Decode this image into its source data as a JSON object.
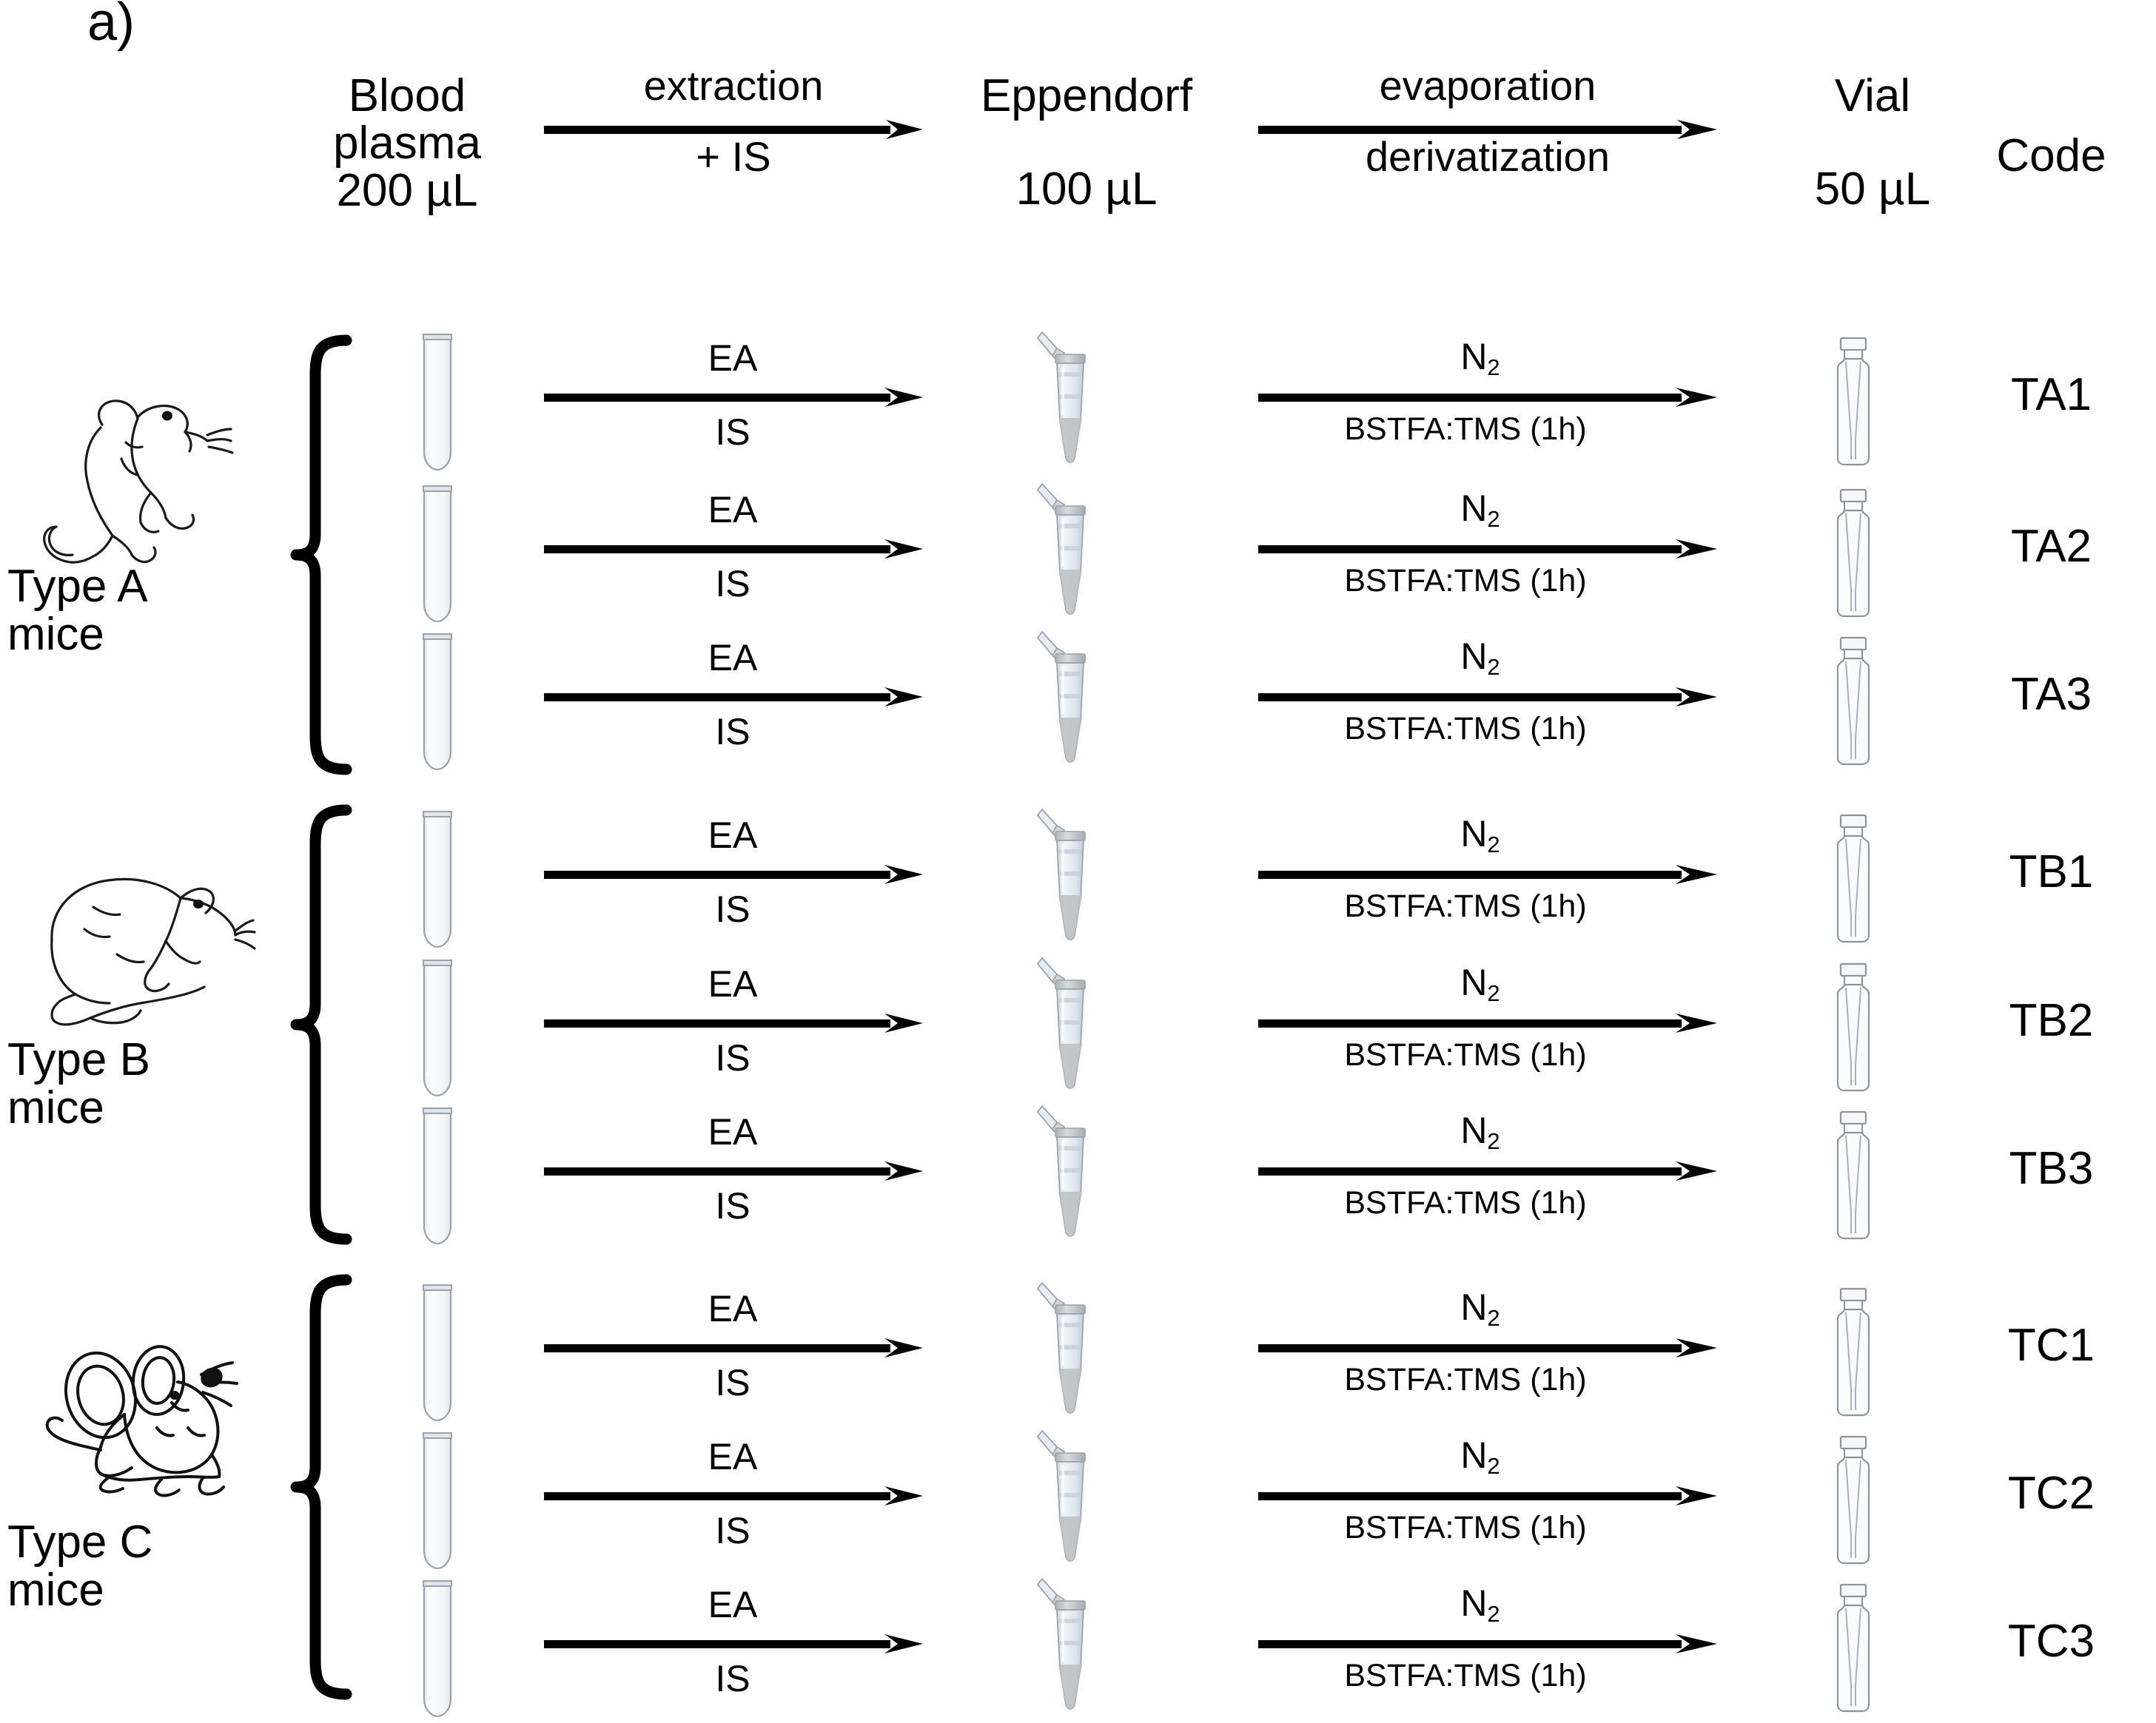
{
  "panel": {
    "letter": "a)"
  },
  "header": {
    "plasma_title": "Blood\nplasma",
    "plasma_line1": "Blood",
    "plasma_line2": "plasma",
    "plasma_volume": "200 µL",
    "step1_top": "extraction",
    "step1_bottom": "+ IS",
    "eppendorf_title": "Eppendorf",
    "eppendorf_volume": "100 µL",
    "step2_top": "evaporation",
    "step2_bottom": "derivatization",
    "vial_title": "Vial",
    "vial_volume": "50 µL",
    "code_title": "Code"
  },
  "groups": [
    {
      "id": "A",
      "label_line1": "Type A",
      "label_line2": "mice",
      "icon": "mouse-standing-icon",
      "rows": [
        {
          "extraction_top": "EA",
          "extraction_bottom": "IS",
          "deriv_top": "N2",
          "deriv_bottom": "BSTFA:TMS (1h)",
          "code": "TA1"
        },
        {
          "extraction_top": "EA",
          "extraction_bottom": "IS",
          "deriv_top": "N2",
          "deriv_bottom": "BSTFA:TMS (1h)",
          "code": "TA2"
        },
        {
          "extraction_top": "EA",
          "extraction_bottom": "IS",
          "deriv_top": "N2",
          "deriv_bottom": "BSTFA:TMS (1h)",
          "code": "TA3"
        }
      ]
    },
    {
      "id": "B",
      "label_line1": "Type B",
      "label_line2": "mice",
      "icon": "mouse-crouching-icon",
      "rows": [
        {
          "extraction_top": "EA",
          "extraction_bottom": "IS",
          "deriv_top": "N2",
          "deriv_bottom": "BSTFA:TMS (1h)",
          "code": "TB1"
        },
        {
          "extraction_top": "EA",
          "extraction_bottom": "IS",
          "deriv_top": "N2",
          "deriv_bottom": "BSTFA:TMS (1h)",
          "code": "TB2"
        },
        {
          "extraction_top": "EA",
          "extraction_bottom": "IS",
          "deriv_top": "N2",
          "deriv_bottom": "BSTFA:TMS (1h)",
          "code": "TB3"
        }
      ]
    },
    {
      "id": "C",
      "label_line1": "Type C",
      "label_line2": "mice",
      "icon": "mouse-cartoon-icon",
      "rows": [
        {
          "extraction_top": "EA",
          "extraction_bottom": "IS",
          "deriv_top": "N2",
          "deriv_bottom": "BSTFA:TMS (1h)",
          "code": "TC1"
        },
        {
          "extraction_top": "EA",
          "extraction_bottom": "IS",
          "deriv_top": "N2",
          "deriv_bottom": "BSTFA:TMS (1h)",
          "code": "TC2"
        },
        {
          "extraction_top": "EA",
          "extraction_bottom": "IS",
          "deriv_top": "N2",
          "deriv_bottom": "BSTFA:TMS (1h)",
          "code": "TC3"
        }
      ]
    }
  ],
  "colors": {
    "ink": "#000000",
    "background": "#ffffff",
    "glass_stroke": "#9aa2ab",
    "glass_fill": "#f2f4f6",
    "eppendorf_blue": "#dbe6ef",
    "eppendorf_grey": "#b9bcbe"
  }
}
